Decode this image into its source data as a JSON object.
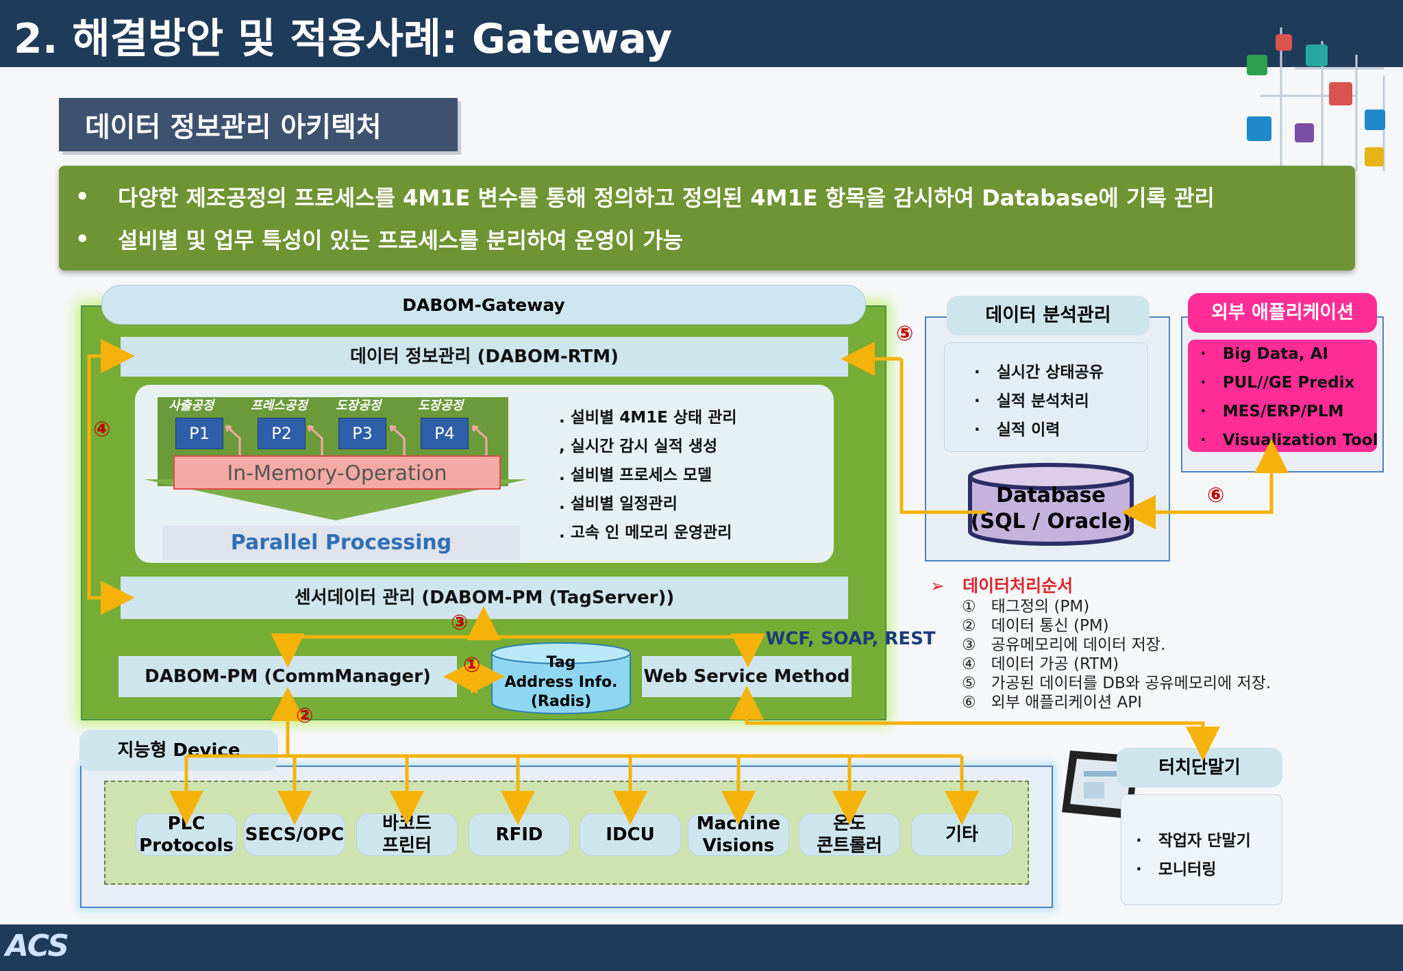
{
  "header": {
    "title": "2. 해결방안 및 적용사례: Gateway"
  },
  "footer": {
    "logo_text": "ACS"
  },
  "section_title": "데이터 정보관리 아키텍처",
  "summary": {
    "bullet_char": "•",
    "bullets": [
      "다양한 제조공정의 프로세스를 4M1E 변수를 통해 정의하고 정의된 4M1E 항목을 감시하여 Database에 기록 관리",
      "설비별 및 업무 특성이 있는 프로세스를 분리하여 운영이 가능"
    ]
  },
  "gateway": {
    "title": "DABOM-Gateway",
    "rtm_label": "데이터 정보관리 (DABOM-RTM)",
    "processes": [
      {
        "label": "사출공정",
        "code": "P1"
      },
      {
        "label": "프레스공정",
        "code": "P2"
      },
      {
        "label": "도장공정",
        "code": "P3"
      },
      {
        "label": "도장공정",
        "code": "P4"
      }
    ],
    "in_memory": "In-Memory-Operation",
    "parallel": "Parallel Processing",
    "features": [
      ". 설비별 4M1E 상태 관리",
      ", 실시간 감시 실적 생성",
      ". 설비별 프로세스 모델",
      ". 설비별 일정관리",
      ". 고속 인 메모리 운영관리"
    ],
    "pm_label": "센서데이터 관리 (DABOM-PM (TagServer))",
    "comm_label": "DABOM-PM (CommManager)",
    "tag_db": [
      "Tag",
      "Address Info.",
      "(Radis)"
    ],
    "web_service": "Web Service Method",
    "protocols": "WCF, SOAP, REST"
  },
  "analysis": {
    "title": "데이터 분석관리",
    "items": [
      "실시간 상태공유",
      "실적 분석처리",
      "실적 이력"
    ],
    "db": [
      "Database",
      "(SQL / Oracle)"
    ]
  },
  "external": {
    "title": "외부 애플리케이션",
    "items": [
      "Big Data, AI",
      "PUL//GE Predix",
      "MES/ERP/PLM",
      "Visualization Tool"
    ]
  },
  "sequence": {
    "title": "데이터처리순서",
    "steps": [
      {
        "num": "①",
        "text": "태그정의 (PM)"
      },
      {
        "num": "②",
        "text": "데이터 통신 (PM)"
      },
      {
        "num": "③",
        "text": "공유메모리에 데이터 저장."
      },
      {
        "num": "④",
        "text": "데이터 가공 (RTM)"
      },
      {
        "num": "⑤",
        "text": "가공된 데이터를 DB와 공유메모리에 저장."
      },
      {
        "num": "⑥",
        "text": "외부 애플리케이션 API"
      }
    ]
  },
  "markers": {
    "m1": "①",
    "m2": "②",
    "m3": "③",
    "m4": "④",
    "m5": "⑤",
    "m6": "⑥"
  },
  "devices": {
    "title": "지능형 Device",
    "items": [
      [
        "PLC",
        "Protocols"
      ],
      [
        "SECS/OPC"
      ],
      [
        "바코드",
        "프린터"
      ],
      [
        "RFID"
      ],
      [
        "IDCU"
      ],
      [
        "Machine",
        "Visions"
      ],
      [
        "온도",
        "콘트롤러"
      ],
      [
        "기타"
      ]
    ]
  },
  "terminal": {
    "title": "터치단말기",
    "items": [
      "작업자 단말기",
      "모니터링"
    ]
  },
  "colors": {
    "navy": "#1f3b5a",
    "green": "#6f9433",
    "arrow": "#f5b20a",
    "magenta": "#ff2d95"
  }
}
